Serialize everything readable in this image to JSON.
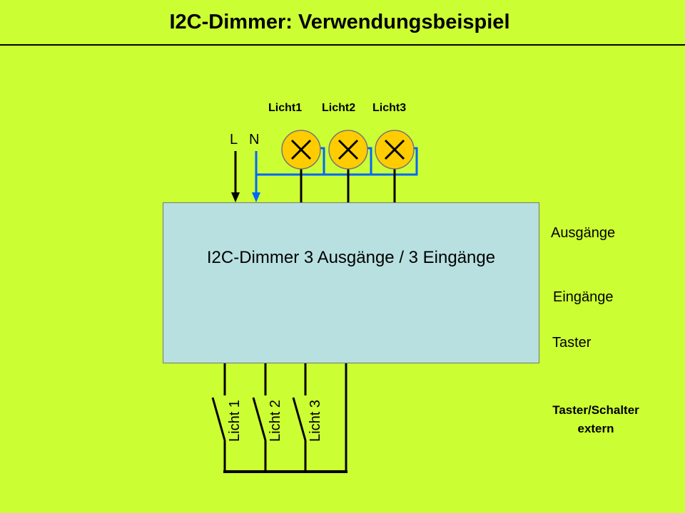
{
  "title": "I2C-Dimmer: Verwendungsbeispiel",
  "lamps": [
    {
      "label": "Licht1"
    },
    {
      "label": "Licht2"
    },
    {
      "label": "Licht3"
    }
  ],
  "supply": {
    "line_label": "L",
    "neutral_label": "N"
  },
  "module": {
    "label": "I2C-Dimmer 3 Ausgänge / 3 Eingänge"
  },
  "side_labels": {
    "outputs": "Ausgänge",
    "inputs": "Eingänge",
    "buttons": "Taster"
  },
  "switches": [
    {
      "label": "Licht 1"
    },
    {
      "label": "Licht 2"
    },
    {
      "label": "Licht 3"
    }
  ],
  "external": {
    "line1": "Taster/Schalter",
    "line2": "extern"
  },
  "colors": {
    "background": "#ccff33",
    "module_fill": "#b8e0e0",
    "lamp_fill": "#ffcc00",
    "neutral_wire": "#0066ff",
    "wire": "#000000"
  }
}
